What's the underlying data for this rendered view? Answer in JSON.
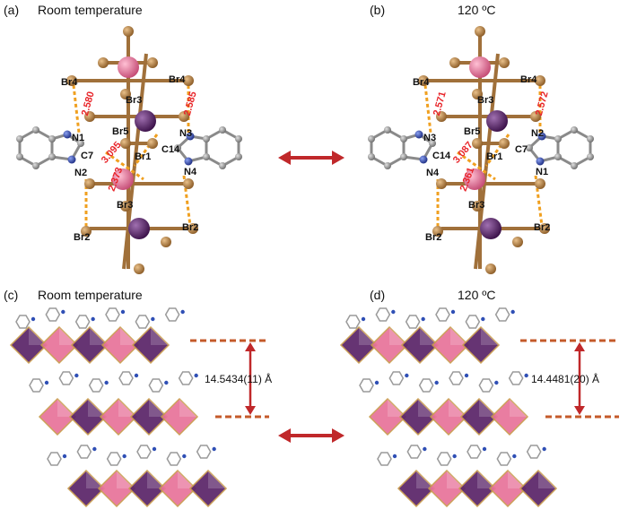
{
  "panels": {
    "a": {
      "letter": "(a)",
      "title": "Room temperature",
      "atoms": [
        "Br4",
        "Br4",
        "Br3",
        "Br5",
        "N1",
        "C7",
        "N2",
        "Br1",
        "C14",
        "N3",
        "N4",
        "Br3",
        "Br2",
        "Br2"
      ],
      "distances": [
        "2.580",
        "2.585",
        "3.095",
        "2.373"
      ]
    },
    "b": {
      "letter": "(b)",
      "title": "120 ºC",
      "atoms": [
        "Br4",
        "Br4",
        "Br3",
        "Br5",
        "N3",
        "C14",
        "N4",
        "Br1",
        "C7",
        "N2",
        "N1",
        "Br3",
        "Br2",
        "Br2"
      ],
      "distances": [
        "2.571",
        "2.572",
        "3.087",
        "2.361"
      ]
    },
    "c": {
      "letter": "(c)",
      "title": "Room temperature",
      "spacing": "14.5434(11) Å"
    },
    "d": {
      "letter": "(d)",
      "title": "120 ºC",
      "spacing": "14.4481(20) Å"
    }
  },
  "colors": {
    "pink_metal": "#e8739a",
    "purple_metal": "#5a2368",
    "bromine": "#b07a3e",
    "bond": "#a0703a",
    "hbond": "#f0a020",
    "carbon": "#8a8a8a",
    "nitrogen": "#2f4fb5",
    "arrow": "#c0282a",
    "dim_line": "#c45a2a",
    "distance_text": "#e8252a"
  }
}
